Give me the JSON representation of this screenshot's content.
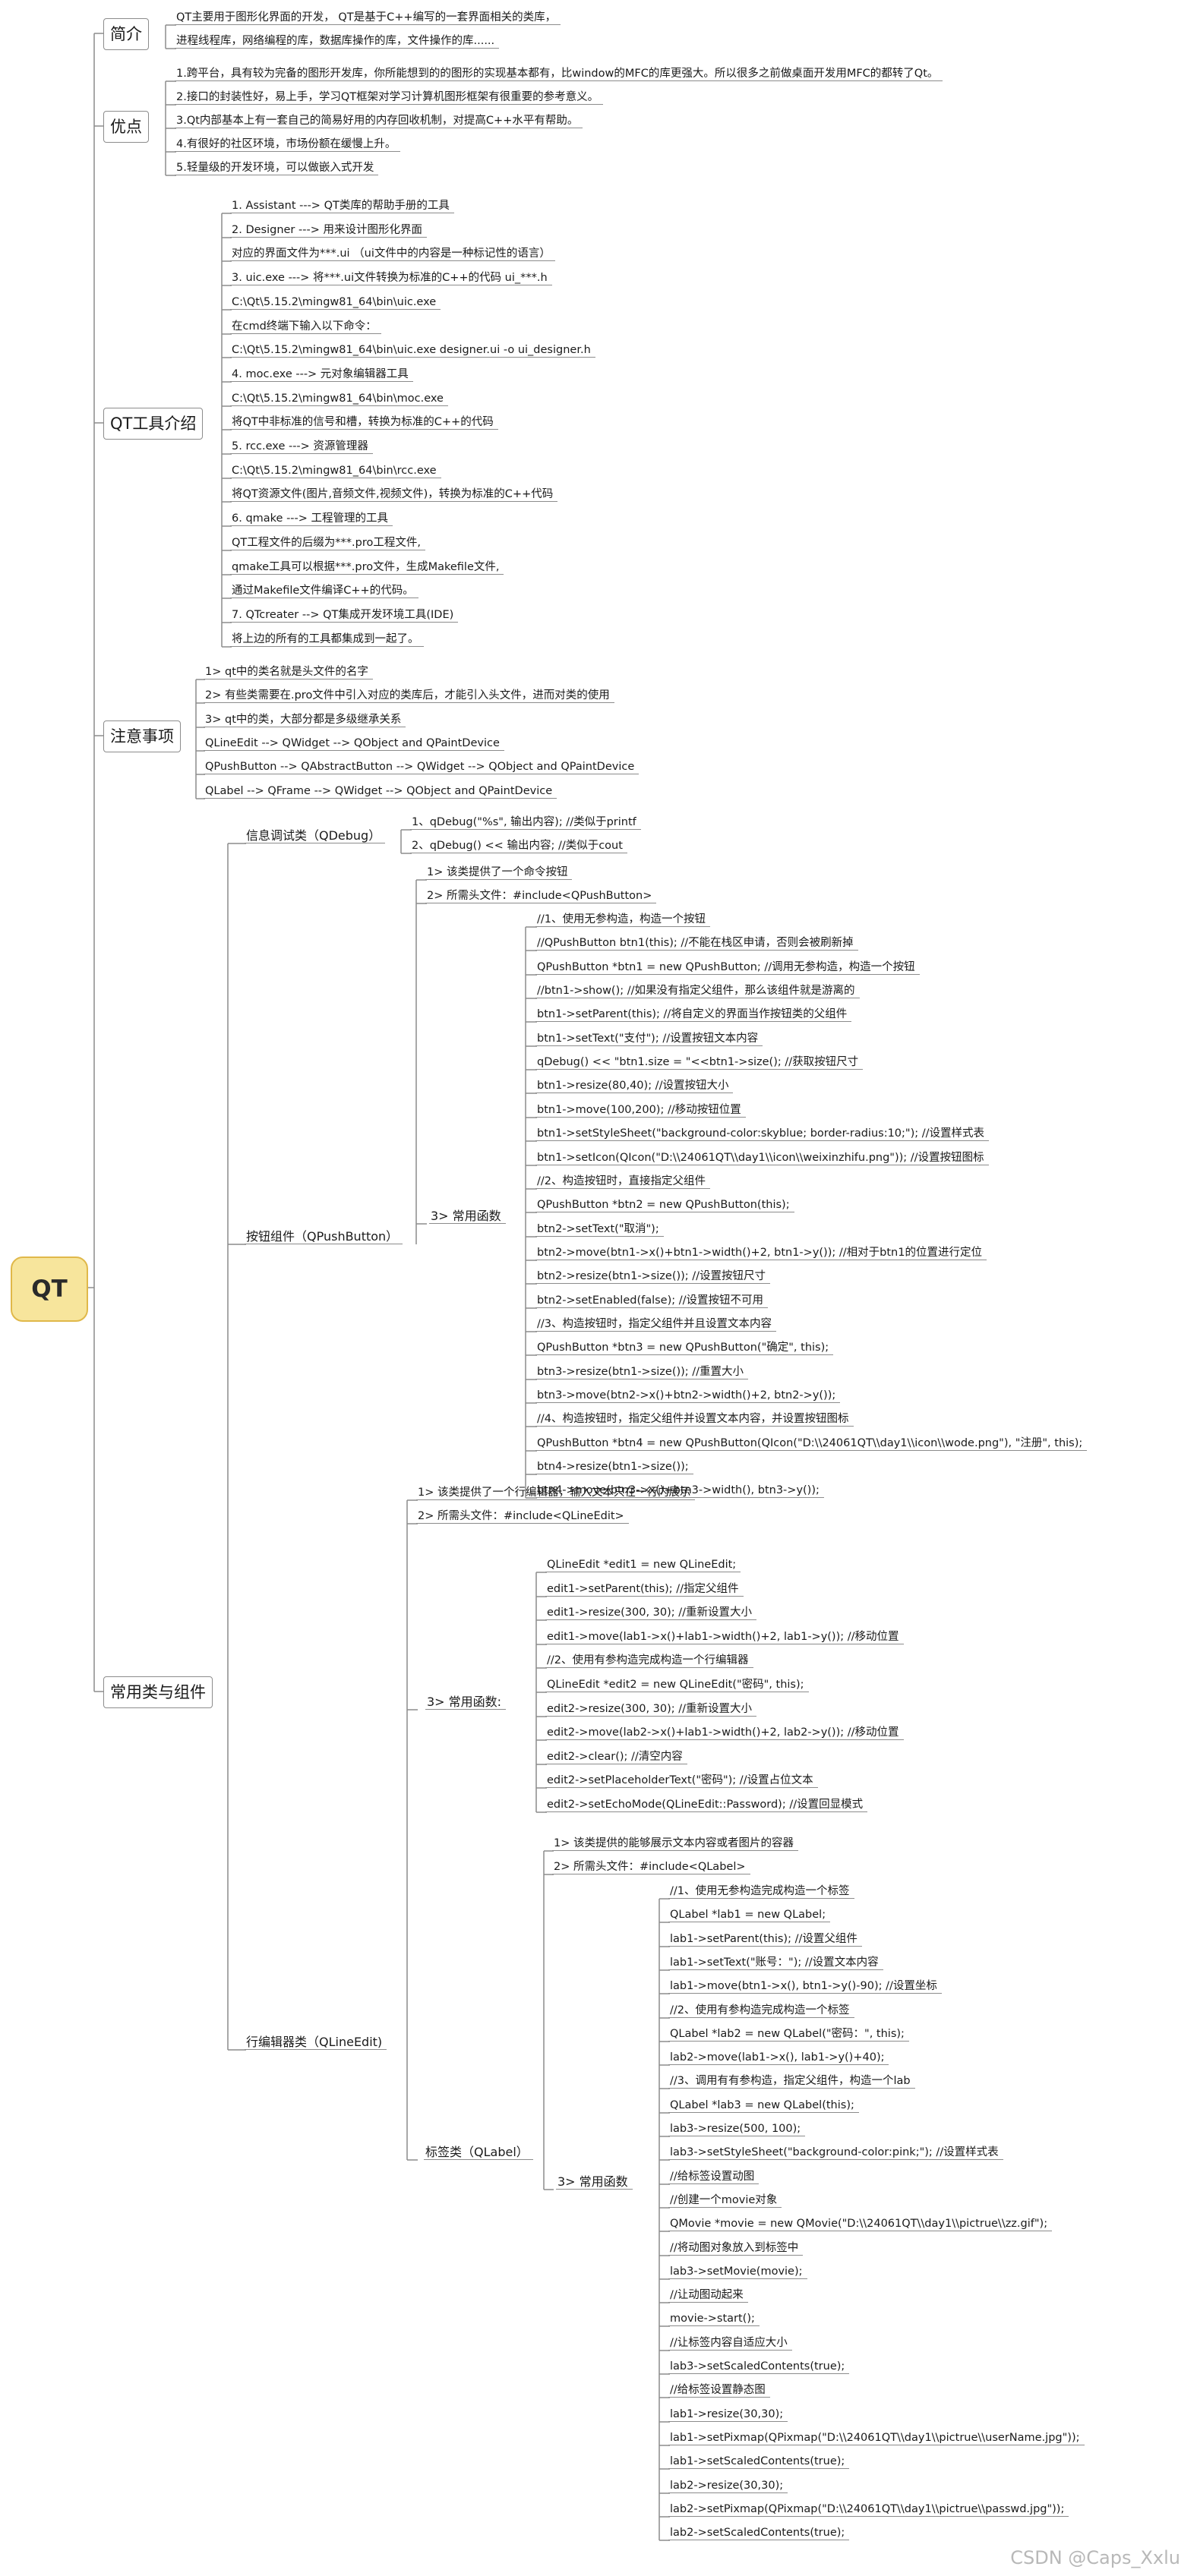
{
  "root": "QT",
  "categories": [
    "简介",
    "优点",
    "QT工具介绍",
    "注意事项",
    "常用类与组件"
  ],
  "intro": [
    "QT主要用于图形化界面的开发， QT是基于C++编写的一套界面相关的类库，",
    "进程线程库，网络编程的库，数据库操作的库，文件操作的库......"
  ],
  "advantages": [
    "1.跨平台，具有较为完备的图形开发库，你所能想到的的图形的实现基本都有，比window的MFC的库更强大。所以很多之前做桌面开发用MFC的都转了Qt。",
    "2.接口的封装性好，易上手，学习QT框架对学习计算机图形框架有很重要的参考意义。",
    "3.Qt内部基本上有一套自己的简易好用的内存回收机制，对提高C++水平有帮助。",
    "4.有很好的社区环境，市场份额在缓慢上升。",
    "5.轻量级的开发环境，可以做嵌入式开发"
  ],
  "tools": [
    "1. Assistant  ---> QT类库的帮助手册的工具",
    "2. Designer   ---> 用来设计图形化界面",
    "对应的界面文件为***.ui  （ui文件中的内容是一种标记性的语言）",
    "3. uic.exe    ---> 将***.ui文件转换为标准的C++的代码 ui_***.h",
    "C:\\Qt\\5.15.2\\mingw81_64\\bin\\uic.exe",
    "在cmd终端下输入以下命令：",
    "C:\\Qt\\5.15.2\\mingw81_64\\bin\\uic.exe designer.ui -o ui_designer.h",
    "4. moc.exe   ---> 元对象编辑器工具",
    "C:\\Qt\\5.15.2\\mingw81_64\\bin\\moc.exe",
    "将QT中非标准的信号和槽，转换为标准的C++的代码",
    "5. rcc.exe   ---> 资源管理器",
    "C:\\Qt\\5.15.2\\mingw81_64\\bin\\rcc.exe",
    "将QT资源文件(图片,音频文件,视频文件)，转换为标准的C++代码",
    "6. qmake  ---> 工程管理的工具",
    "QT工程文件的后缀为***.pro工程文件,",
    "qmake工具可以根据***.pro文件，生成Makefile文件,",
    "通过Makefile文件编译C++的代码。",
    "7. QTcreater  --> QT集成开发环境工具(IDE)",
    "将上边的所有的工具都集成到一起了。"
  ],
  "notes": [
    "1>    qt中的类名就是头文件的名字",
    "2>    有些类需要在.pro文件中引入对应的类库后，才能引入头文件，进而对类的使用",
    "3>    qt中的类，大部分都是多级继承关系",
    "QLineEdit -->    QWidget   --> QObject and QPaintDevice",
    "QPushButton  --> QAbstractButton --> QWidget   --> QObject and QPaintDevice",
    "QLabel  -->    QFrame --> QWidget   --> QObject and QPaintDevice"
  ],
  "groups": {
    "debug": "信息调试类（QDebug）",
    "button": "按钮组件（QPushButton）",
    "lineedit": "行编辑器类（QLineEdit)",
    "label": "标签类（QLabel）",
    "common": "3>    常用函数",
    "common_le": "3>    常用函数:"
  },
  "debug": [
    "1、qDebug(\"%s\", 输出内容);           //类似于printf",
    "2、qDebug() << 输出内容;            //类似于cout"
  ],
  "button_pre": [
    "1>    该类提供了一个命令按钮",
    "2>    所需头文件：#include<QPushButton>"
  ],
  "button_funcs": [
    "//1、使用无参构造，构造一个按钮",
    "//QPushButton btn1(this);           //不能在栈区申请，否则会被刷新掉",
    "QPushButton *btn1 = new QPushButton;      //调用无参构造，构造一个按钮",
    "//btn1->show();              //如果没有指定父组件，那么该组件就是游离的",
    "btn1->setParent(this);        //将自定义的界面当作按钮类的父组件",
    "btn1->setText(\"支付\");          //设置按钮文本内容",
    "qDebug() << \"btn1.size = \"<<btn1->size();      //获取按钮尺寸",
    "btn1->resize(80,40);              //设置按钮大小",
    "btn1->move(100,200);              //移动按钮位置",
    "btn1->setStyleSheet(\"background-color:skyblue; border-radius:10;\");      //设置样式表",
    "btn1->setIcon(QIcon(\"D:\\\\24061QT\\\\day1\\\\icon\\\\weixinzhifu.png\"));       //设置按钮图标",
    "//2、构造按钮时，直接指定父组件",
    "QPushButton *btn2 = new QPushButton(this);",
    "btn2->setText(\"取消\");",
    "btn2->move(btn1->x()+btn1->width()+2, btn1->y());       //相对于btn1的位置进行定位",
    "btn2->resize(btn1->size());          //设置按钮尺寸",
    "btn2->setEnabled(false);            //设置按钮不可用",
    "//3、构造按钮时，指定父组件并且设置文本内容",
    "QPushButton *btn3 = new QPushButton(\"确定\", this);",
    "btn3->resize(btn1->size());       //重置大小",
    "btn3->move(btn2->x()+btn2->width()+2, btn2->y());",
    "//4、构造按钮时，指定父组件并设置文本内容，并设置按钮图标",
    "QPushButton *btn4 = new QPushButton(QIcon(\"D:\\\\24061QT\\\\day1\\\\icon\\\\wode.png\"), \"注册\", this);",
    "btn4->resize(btn1->size());",
    "btn4->move(btn3->x()+btn3->width(), btn3->y());"
  ],
  "le_pre": [
    "1>    该类提供了一个行编辑器，输入文本只在一行内展示",
    "2>    所需头文件：#include<QLineEdit>"
  ],
  "le_funcs": [
    "QLineEdit *edit1 = new QLineEdit;",
    "edit1->setParent(this);         //指定父组件",
    "edit1->resize(300, 30);          //重新设置大小",
    "edit1->move(lab1->x()+lab1->width()+2, lab1->y());    //移动位置",
    "//2、使用有参构造完成构造一个行编辑器",
    "QLineEdit  *edit2 = new QLineEdit(\"密码\", this);",
    "edit2->resize(300, 30);          //重新设置大小",
    "edit2->move(lab2->x()+lab1->width()+2, lab2->y());     //移动位置",
    "edit2->clear();                  //清空内容",
    "edit2->setPlaceholderText(\"密码\");          //设置占位文本",
    "edit2->setEchoMode(QLineEdit::Password);       //设置回显模式"
  ],
  "lab_pre": [
    "1>    该类提供的能够展示文本内容或者图片的容器",
    "2>    所需头文件：#include<QLabel>"
  ],
  "lab_funcs": [
    "//1、使用无参构造完成构造一个标签",
    "QLabel *lab1 = new QLabel;",
    "lab1->setParent(this);        //设置父组件",
    "lab1->setText(\"账号：\");         //设置文本内容",
    "lab1->move(btn1->x(), btn1->y()-90);     //设置坐标",
    "//2、使用有参构造完成构造一个标签",
    "QLabel *lab2 = new QLabel(\"密码：\", this);",
    "lab2->move(lab1->x(), lab1->y()+40);",
    "//3、调用有有参构造，指定父组件，构造一个lab",
    "QLabel *lab3 = new QLabel(this);",
    "lab3->resize(500, 100);",
    "lab3->setStyleSheet(\"background-color:pink;\");      //设置样式表",
    "//给标签设置动图",
    "//创建一个movie对象",
    "QMovie *movie = new QMovie(\"D:\\\\24061QT\\\\day1\\\\pictrue\\\\zz.gif\");",
    "//将动图对象放入到标签中",
    "lab3->setMovie(movie);",
    "//让动图动起来",
    "movie->start();",
    "//让标签内容自适应大小",
    "lab3->setScaledContents(true);",
    "//给标签设置静态图",
    "lab1->resize(30,30);",
    "lab1->setPixmap(QPixmap(\"D:\\\\24061QT\\\\day1\\\\pictrue\\\\userName.jpg\"));",
    "lab1->setScaledContents(true);",
    "lab2->resize(30,30);",
    "lab2->setPixmap(QPixmap(\"D:\\\\24061QT\\\\day1\\\\pictrue\\\\passwd.jpg\"));",
    "lab2->setScaledContents(true);"
  ],
  "watermark": "CSDN @Caps_Xxlu"
}
